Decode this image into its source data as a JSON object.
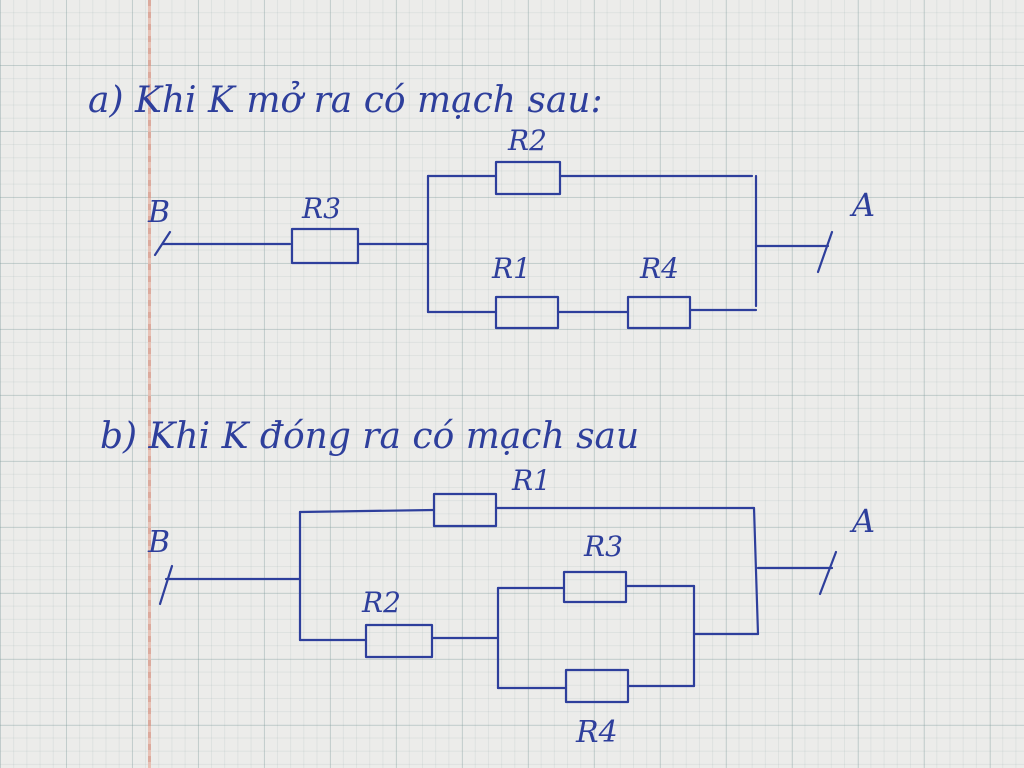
{
  "ink_color": "#2e3f9c",
  "paper_color": "#ececea",
  "part_a": {
    "heading": "a) Khi K mở ra có mạch sau:",
    "node_left": "B",
    "node_right": "A",
    "resistors": {
      "r3": "R3",
      "r2": "R2",
      "r1": "R1",
      "r4": "R4"
    }
  },
  "part_b": {
    "heading": "b) Khi K đóng ra có mạch sau",
    "node_left": "B",
    "node_right": "A",
    "resistors": {
      "r1": "R1",
      "r2": "R2",
      "r3": "R3",
      "r4": "R4"
    }
  }
}
